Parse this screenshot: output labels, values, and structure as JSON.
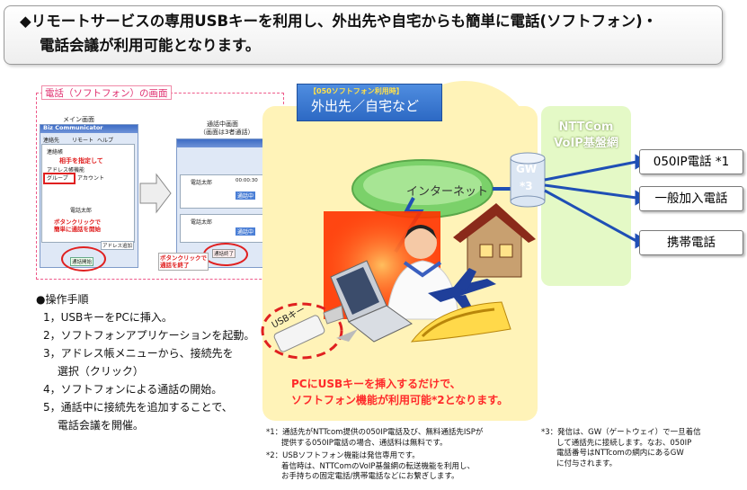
{
  "header": {
    "line1": "◆リモートサービスの専用USBキーを利用し、外出先や自宅からも簡単に電話(ソフトフォン)・",
    "line2": "電話会議が利用可能となります。"
  },
  "softphone_panel": {
    "title": "電話（ソフトフォン）の画面",
    "main_label": "メイン画面",
    "call_label_1": "通話中画面",
    "call_label_2": "（画面は3者通話）",
    "app_title": "Biz Communicator",
    "tab1": "連絡先",
    "tab2": "リモート",
    "tab3": "ヘルプ",
    "tree1": "連絡帳",
    "tree2": "アドレス帳機能",
    "tree3": "グループ",
    "tree4": "アカウント",
    "tree5": "電話太郎",
    "hint_select": "相手を指定して",
    "hint_start_1": "ボタンクリックで",
    "hint_start_2": "簡単に通話を開始",
    "hint_end_1": "ボタンクリックで",
    "hint_end_2": "通話を終了",
    "call_button": "通話開始",
    "end_button": "通話終了",
    "add_address": "アドレス追加",
    "call_name": "電話太郎",
    "call_status": "通話中",
    "call_time": "00:00:30"
  },
  "outside_box": {
    "small_label": "【050ソフトフォン利用時】",
    "label": "外出先／自宅など"
  },
  "internet_label": "インターネット",
  "gw_label": "GW",
  "gw_note": "*3",
  "usb_label": "USBキー",
  "ntt": {
    "line1": "NTTCom",
    "line2": "VoIP基盤網"
  },
  "destinations": [
    "050IP電話 *1",
    "一般加入電話",
    "携帯電話"
  ],
  "red_caption": {
    "line1": "PCにUSBキーを挿入するだけで、",
    "line2": "ソフトフォン機能が利用可能*2となります。"
  },
  "procedure": {
    "title": "●操作手順",
    "steps": [
      "1，USBキーをPCに挿入。",
      "2，ソフトフォンアプリケーションを起動。",
      "3，アドレス帳メニューから、接続先を",
      "　 選択（クリック）",
      "4，ソフトフォンによる通話の開始。",
      "5，通話中に接続先を追加することで、",
      "　 電話会議を開催。"
    ]
  },
  "notes": {
    "n1": [
      "*1：通話先がNTTcom提供の050IP電話及び、無料通話先ISPが",
      "　　提供する050IP電話の場合、通話料は無料です。"
    ],
    "n2": [
      "*2：USBソフトフォン機能は発信専用です。",
      "　　着信時は、NTTComのVoIP基盤網の転送機能を利用し、",
      "　　お手持ちの固定電話/携帯電話などにお繋ぎします。"
    ],
    "n3": [
      "*3：発信は、GW（ゲートウェイ）で一旦着信",
      "　　して通話先に接続します。なお、050IP",
      "　　電話番号はNTTcomの網内にあるGW",
      "　　に付与されます。"
    ]
  }
}
